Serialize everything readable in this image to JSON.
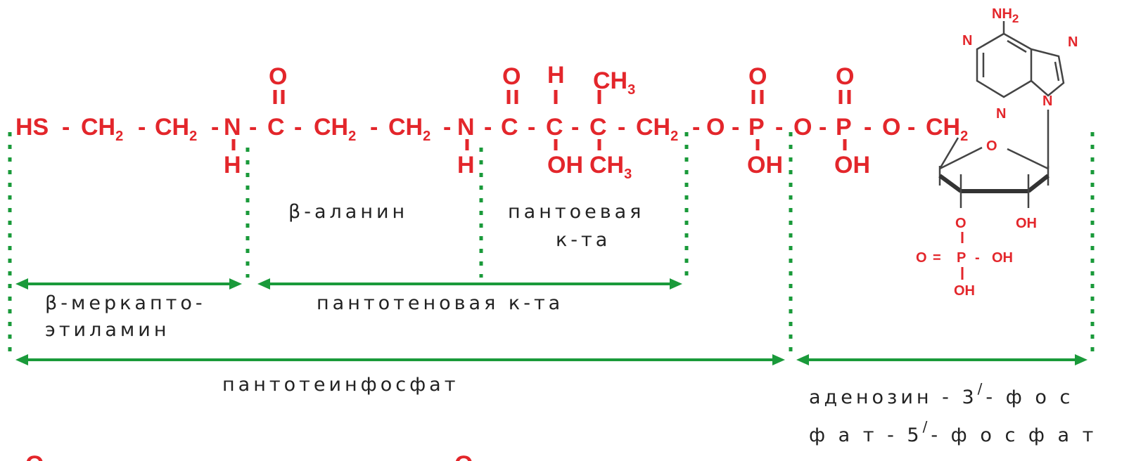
{
  "chain": {
    "hs": "HS",
    "ch2": "CH",
    "sub2": "2",
    "n": "N",
    "h": "H",
    "c": "C",
    "o": "O",
    "oh": "OH",
    "ch3": "CH",
    "sub3": "3",
    "p": "P",
    "dash": "-",
    "eq": "="
  },
  "adenine": {
    "nh2": "NH",
    "sub2": "2",
    "n": "N"
  },
  "ribose": {
    "o": "O",
    "oh": "OH",
    "p": "P"
  },
  "labels": {
    "beta_alanine": "β-аланин",
    "pantoic_1": "пантоевая",
    "pantoic_2": "к-та",
    "mercapto_1": "β-меркапто-",
    "mercapto_2": "этиламин",
    "pantothenic": "пантотеновая к-та",
    "pantetheine_phosphate": "пантотеинфосфат",
    "adenosine_1": "аденозин - 3",
    "adenosine_1_sup": "/",
    "adenosine_1_end": "- ф о с",
    "adenosine_2": "ф а т - 5",
    "adenosine_2_sup": "/",
    "adenosine_2_end": "- ф о с ф а т"
  },
  "colors": {
    "atoms": "#e3262b",
    "brackets": "#1a9a3a",
    "text": "#222222"
  }
}
